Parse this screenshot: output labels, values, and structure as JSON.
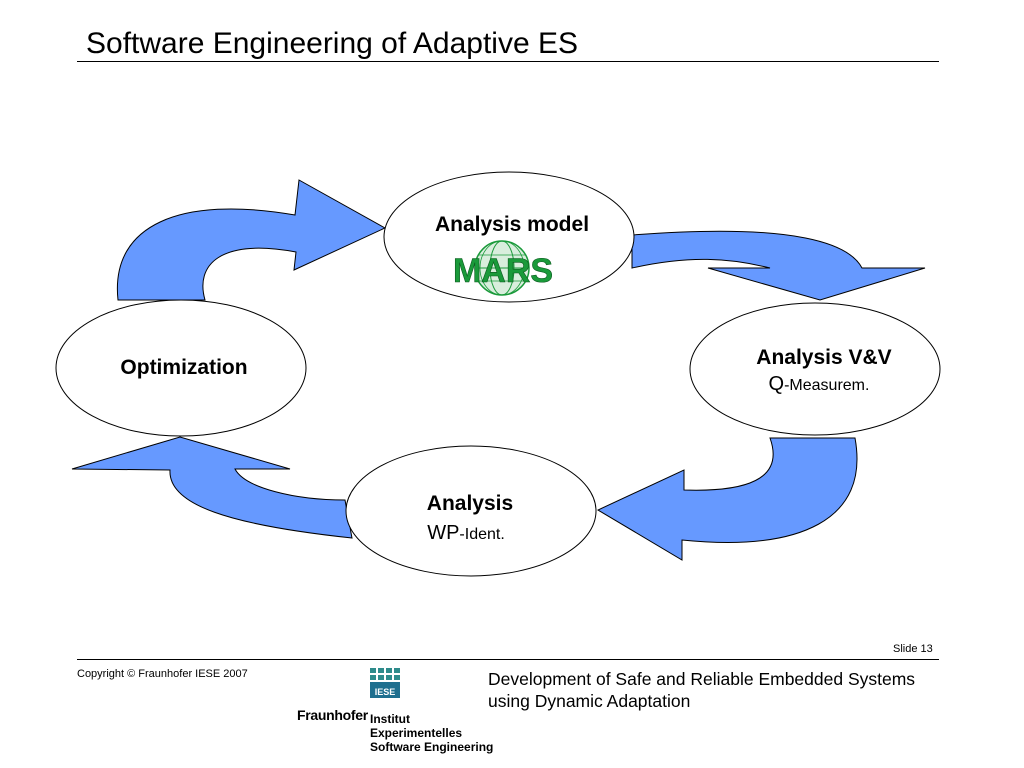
{
  "slide": {
    "title": "Software Engineering of Adaptive ES",
    "slide_number": "Slide 13"
  },
  "diagram": {
    "nodes": {
      "analysis_model": {
        "title": "Analysis model",
        "logo_text": "MARS"
      },
      "analysis_vv": {
        "title": "Analysis V&V",
        "sub_big": "Q",
        "sub_small": "-Measurem."
      },
      "analysis": {
        "title": "Analysis",
        "sub_big": "WP",
        "sub_small": "-Ident."
      },
      "optimization": {
        "title": "Optimization"
      }
    },
    "colors": {
      "arrow_fill": "#6699ff",
      "mars_green": "#1a9a3a"
    }
  },
  "footer": {
    "copyright": "Copyright © Fraunhofer IESE 2007",
    "logo_badge": "IESE",
    "fraunhofer": "Fraunhofer",
    "institut_lines": [
      "Institut",
      "Experimentelles",
      "Software Engineering"
    ],
    "tagline_lines": [
      "Development of Safe and Reliable Embedded Systems",
      "using Dynamic Adaptation"
    ]
  }
}
